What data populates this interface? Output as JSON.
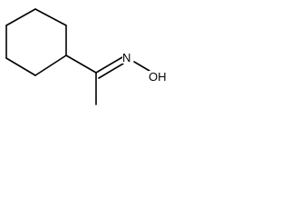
{
  "molecule": {
    "atoms": [
      {
        "id": "n",
        "symbol": "N"
      },
      {
        "id": "oh",
        "symbol": "HO",
        "display": "OH"
      }
    ],
    "bond_color": "#000000",
    "background": "#ffffff"
  }
}
